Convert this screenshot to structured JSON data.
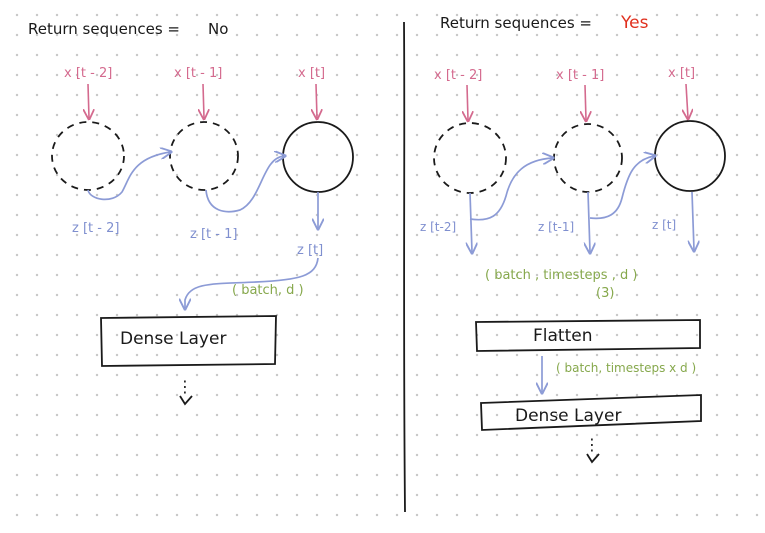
{
  "colors": {
    "ink": "#1a1a1a",
    "input": "#d46a8e",
    "hidden": "#8c9bd6",
    "shape": "#86a84c",
    "emphasis": "#e0301e"
  },
  "left": {
    "heading_prefix": "Return sequences =",
    "heading_value": "No",
    "inputs": [
      "x [t - 2]",
      "x [t - 1]",
      "x [t]"
    ],
    "states": [
      "z [t - 2]",
      "z [t - 1]",
      "z [t]"
    ],
    "shape": "( batch, d )",
    "layer": "Dense Layer",
    "ellipsis": "⋮"
  },
  "right": {
    "heading_prefix": "Return sequences =",
    "heading_value": "Yes",
    "inputs": [
      "x [t - 2]",
      "x [t - 1]",
      "x [t]"
    ],
    "states": [
      "z [t-2]",
      "z [t-1]",
      "z [t]"
    ],
    "shape_1": "( batch , timesteps , d )",
    "shape_1_sub": "(3)",
    "layer_1": "Flatten",
    "shape_2": "( batch, timesteps x d )",
    "layer_2": "Dense Layer",
    "ellipsis": "⋮"
  }
}
